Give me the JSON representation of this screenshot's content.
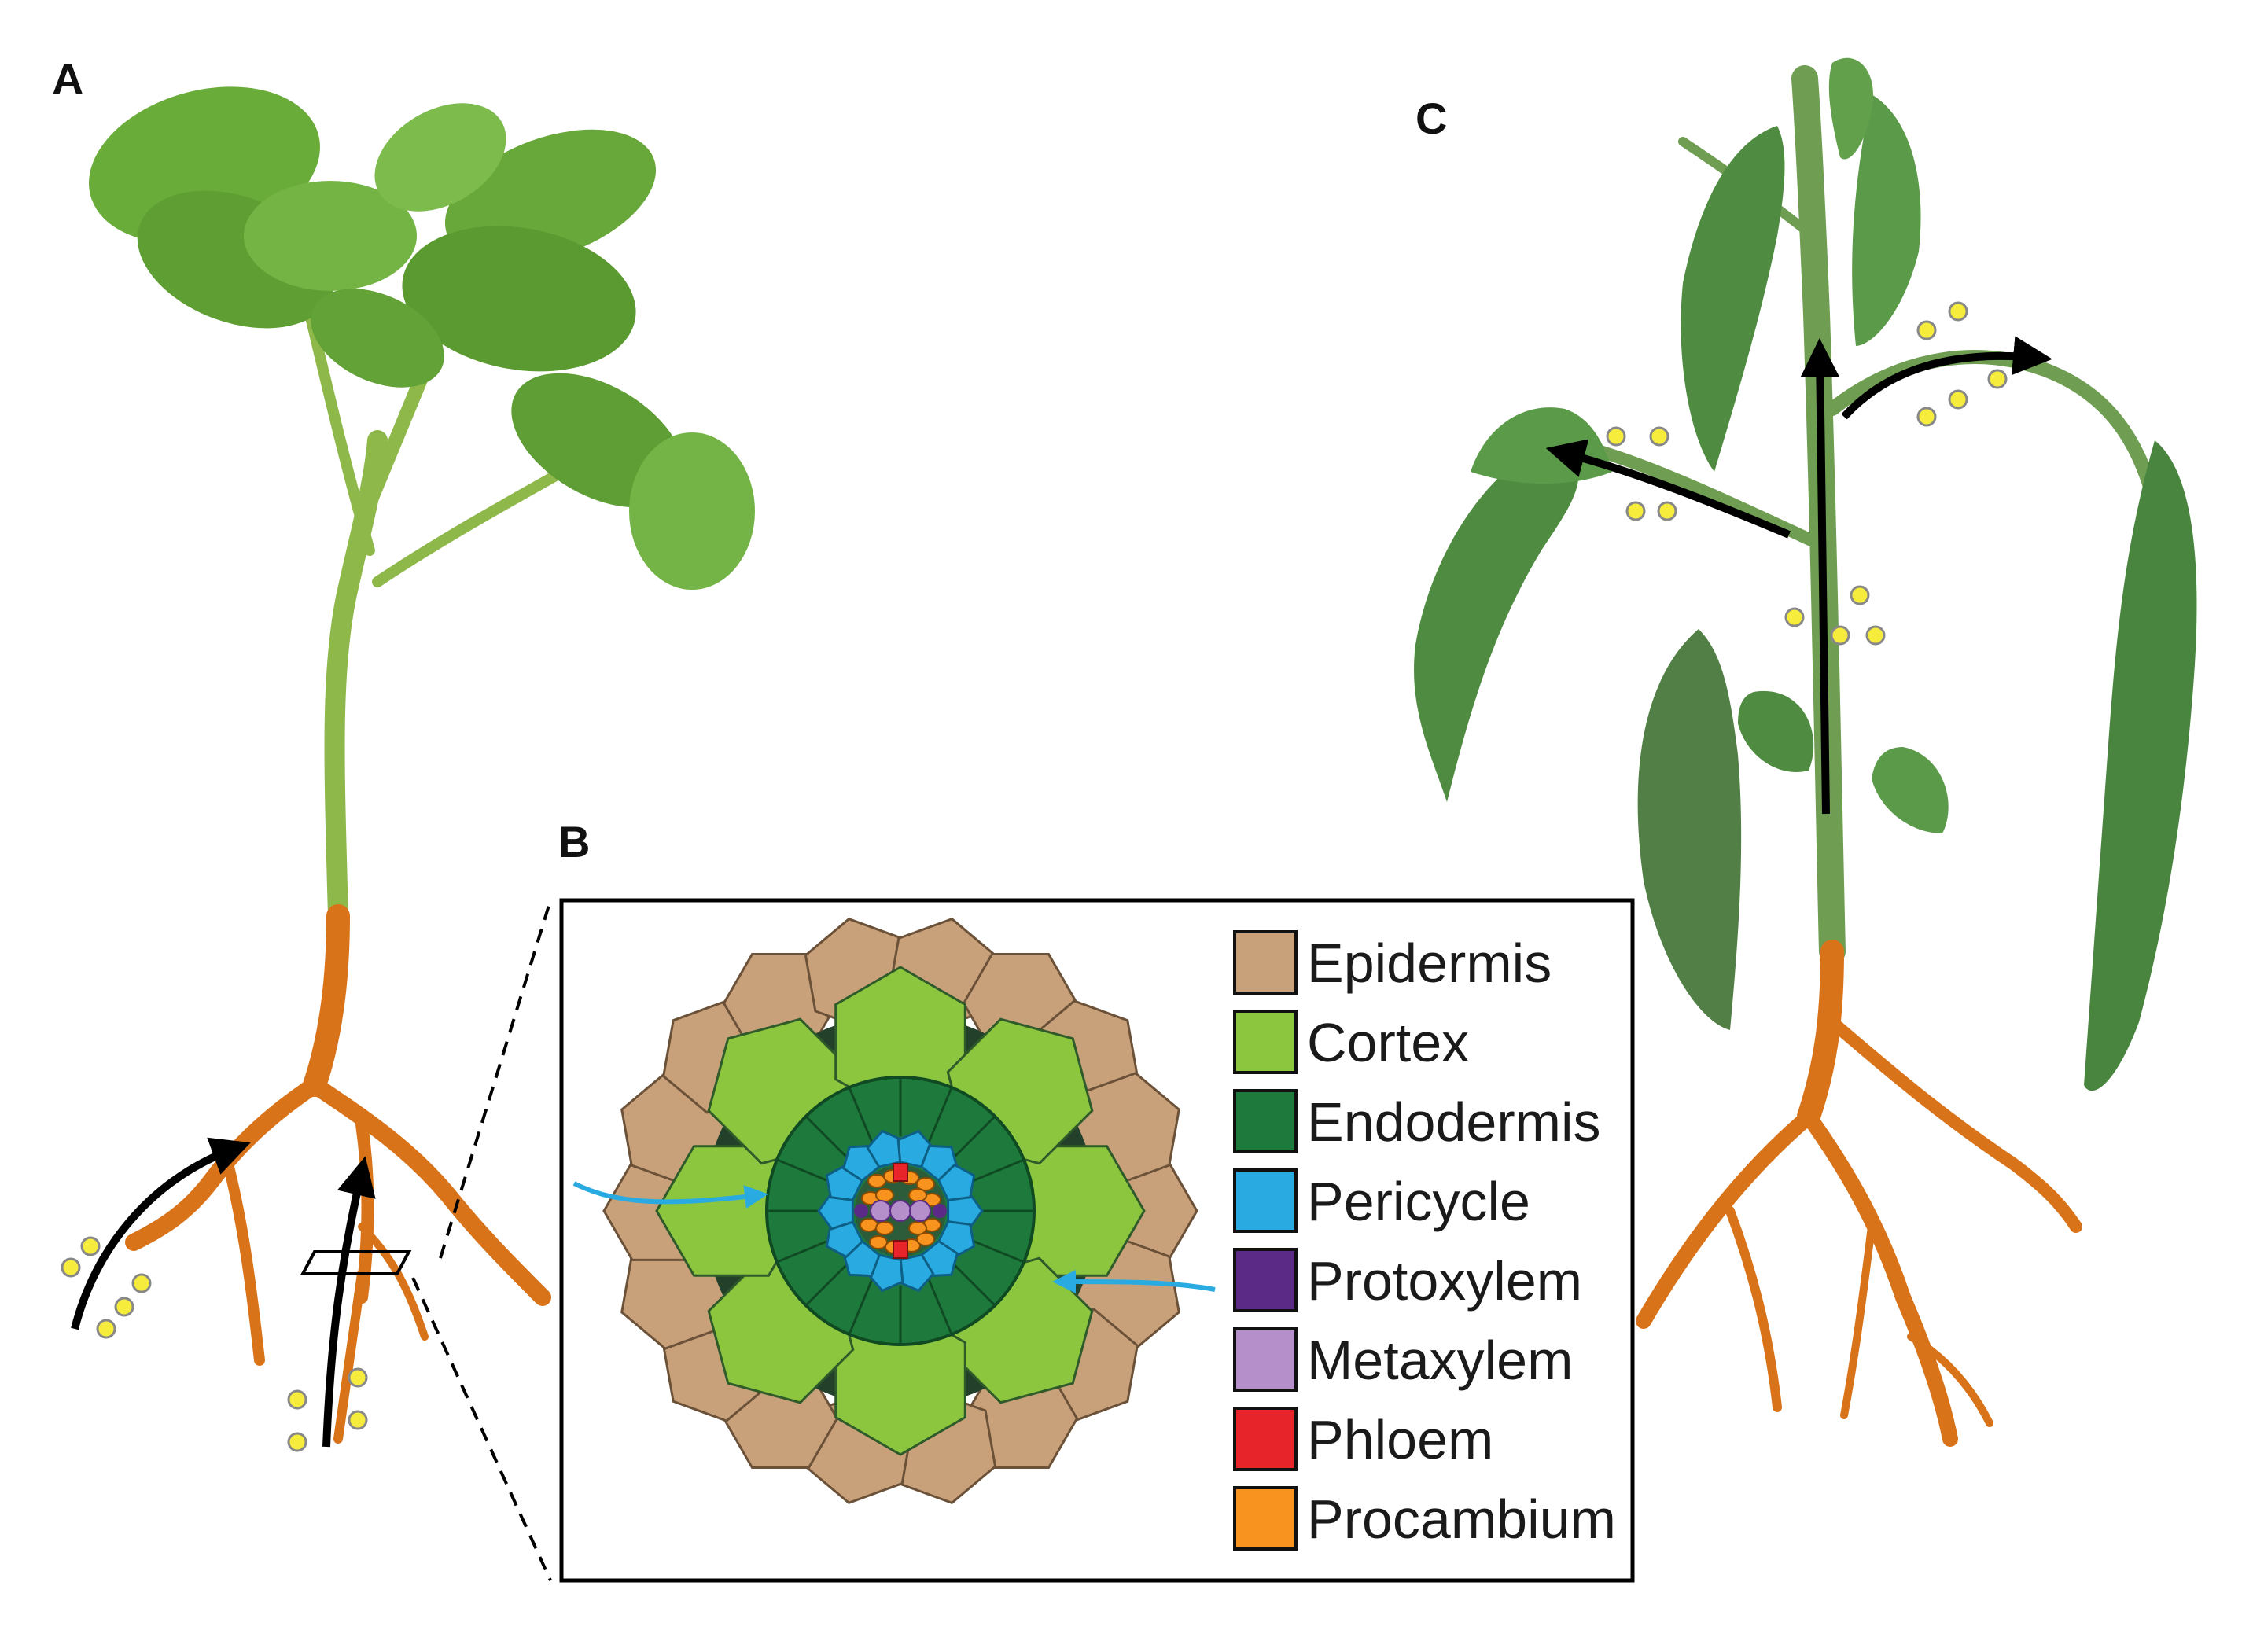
{
  "panels": {
    "a": {
      "label": "A"
    },
    "b": {
      "label": "B"
    },
    "c": {
      "label": "C"
    }
  },
  "legend": [
    {
      "label": "Epidermis",
      "color": "#c8a07a"
    },
    {
      "label": "Cortex",
      "color": "#8cc63f"
    },
    {
      "label": "Endodermis",
      "color": "#1e7a3c"
    },
    {
      "label": "Pericycle",
      "color": "#29abe2"
    },
    {
      "label": "Protoxylem",
      "color": "#5b2a86"
    },
    {
      "label": "Metaxylem",
      "color": "#b58fc9"
    },
    {
      "label": "Phloem",
      "color": "#e8242b"
    },
    {
      "label": "Procambium",
      "color": "#f7931e"
    }
  ],
  "colors": {
    "root": "#d9731a",
    "stem_healthy": "#8fb84a",
    "leaf_healthy": "#5fa032",
    "leaf_wilted": "#4f8c42",
    "particle": "#f5ec3b",
    "flow_arrow": "#000000",
    "entry_arrow": "#29abe2"
  },
  "icons": {
    "flow": "arrow-icon",
    "particle": "particle-dot-icon"
  }
}
